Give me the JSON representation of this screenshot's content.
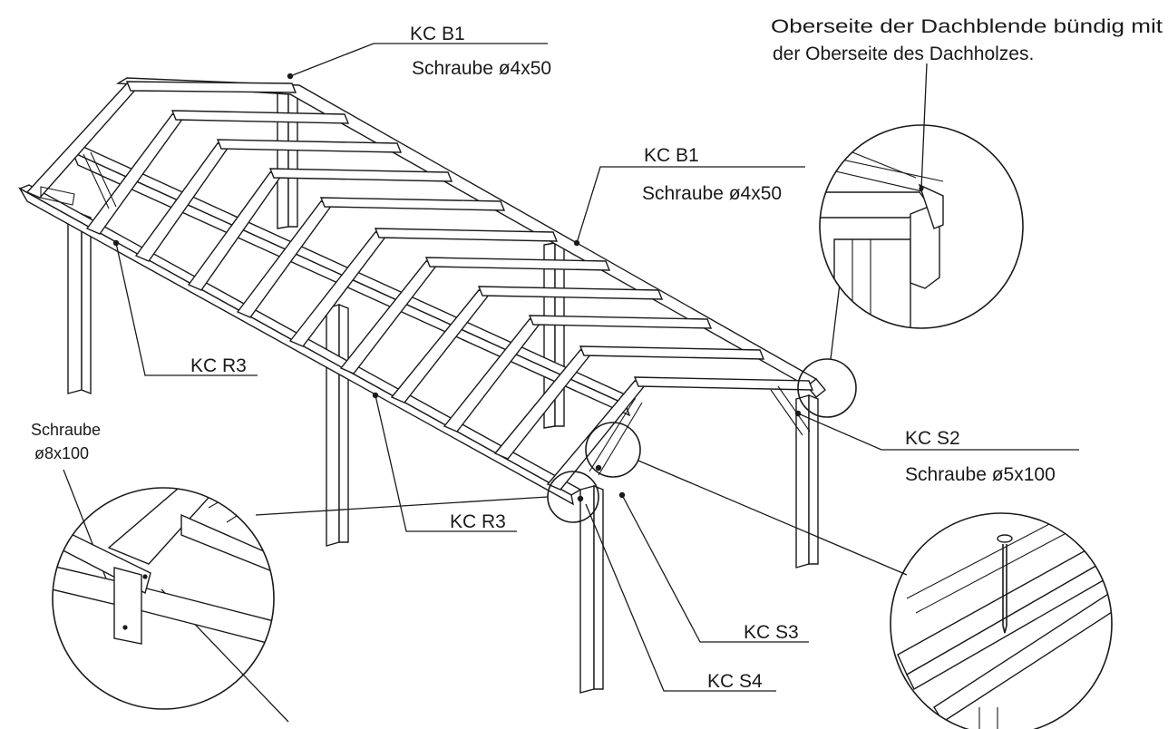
{
  "labels": {
    "kc_b1_top": "KC B1",
    "screw_b1_top": "Schraube ø4x50",
    "kc_b1_mid": "KC B1",
    "screw_b1_mid": "Schraube ø4x50",
    "note_line1": "Oberseite der Dachblende bündig mit",
    "note_line2": "der Oberseite des Dachholzes.",
    "kc_r3_left": "KC R3",
    "kc_r3_bottom": "KC R3",
    "screw_8_line1": "Schraube",
    "screw_8_line2": "ø8x100",
    "kc_s2": "KC S2",
    "screw_s2": "Schraube ø5x100",
    "kc_s3": "KC S3",
    "kc_s4": "KC S4"
  },
  "colors": {
    "ink": "#1a1a1a",
    "background": "#ffffff"
  }
}
